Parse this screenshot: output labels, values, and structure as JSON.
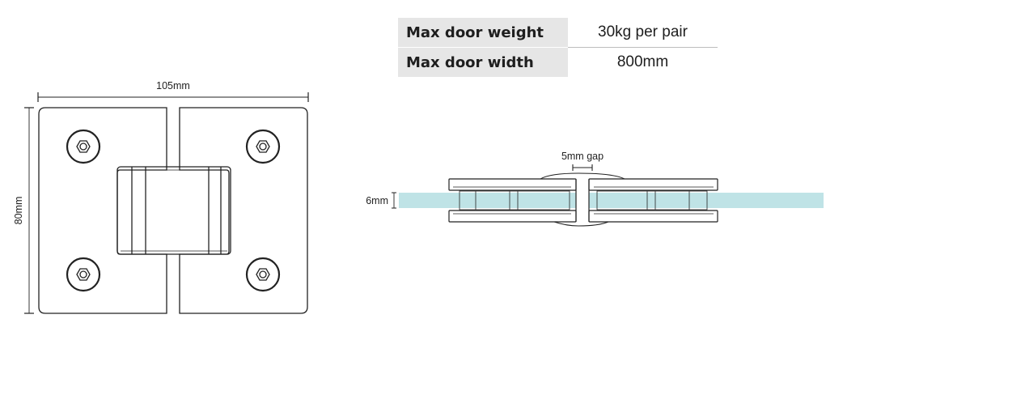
{
  "specs": [
    {
      "label": "Max door weight",
      "value": "30kg per pair"
    },
    {
      "label": "Max door width",
      "value": "800mm"
    }
  ],
  "front_view": {
    "width_label": "105mm",
    "height_label": "80mm"
  },
  "side_view": {
    "gap_label": "5mm gap",
    "glass_label": "6mm"
  },
  "colors": {
    "line": "#222222",
    "glass": "#bfe3e6",
    "table_label_bg": "#e6e6e6"
  }
}
